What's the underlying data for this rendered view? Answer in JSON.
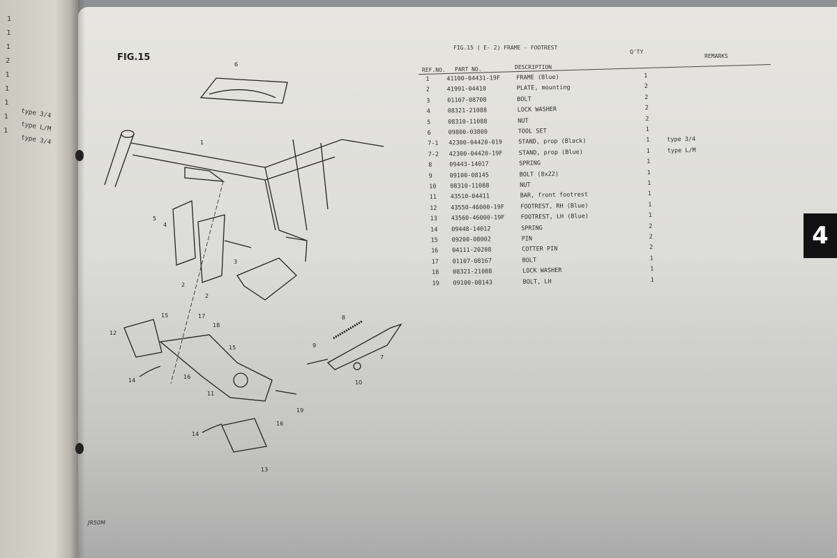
{
  "left_page": {
    "quantities": [
      "1",
      "1",
      "1",
      "2",
      "1",
      "1",
      "1",
      "1",
      "1"
    ],
    "remarks": [
      "type 3/4",
      "type L/M",
      "type 3/4"
    ]
  },
  "figure": {
    "title": "FIG.15",
    "callouts": [
      "6",
      "1",
      "5",
      "4",
      "3",
      "2",
      "2",
      "15",
      "12",
      "17",
      "18",
      "15",
      "14",
      "16",
      "11",
      "8",
      "9",
      "7",
      "10",
      "19",
      "16",
      "14",
      "13"
    ]
  },
  "parts_list": {
    "heading": "FIG.15 (  E- 2) FRAME - FOOTREST",
    "columns": {
      "ref": "REF.NO.",
      "part": "PART NO.",
      "desc": "DESCRIPTION",
      "qty": "Q'TY",
      "remarks": "REMARKS"
    },
    "rows": [
      {
        "ref": "1",
        "part": "41100-04431-19F",
        "desc": "FRAME (Blue)",
        "qty": "1",
        "remarks": ""
      },
      {
        "ref": "2",
        "part": "41991-04410",
        "desc": "PLATE, mounting",
        "qty": "2",
        "remarks": ""
      },
      {
        "ref": "3",
        "part": "01107-08708",
        "desc": "BOLT",
        "qty": "2",
        "remarks": ""
      },
      {
        "ref": "4",
        "part": "08321-21088",
        "desc": "LOCK WASHER",
        "qty": "2",
        "remarks": ""
      },
      {
        "ref": "5",
        "part": "08310-11088",
        "desc": "NUT",
        "qty": "2",
        "remarks": ""
      },
      {
        "ref": "6",
        "part": "09800-03800",
        "desc": "TOOL SET",
        "qty": "1",
        "remarks": ""
      },
      {
        "ref": "7-1",
        "part": "42300-04420-019",
        "desc": "STAND, prop (Black)",
        "qty": "1",
        "remarks": "type 3/4"
      },
      {
        "ref": "7-2",
        "part": "42300-04420-19F",
        "desc": "STAND, prop (Blue)",
        "qty": "1",
        "remarks": "type L/M"
      },
      {
        "ref": "8",
        "part": "09443-14017",
        "desc": "SPRING",
        "qty": "1",
        "remarks": ""
      },
      {
        "ref": "9",
        "part": "09100-08145",
        "desc": "BOLT (8x22)",
        "qty": "1",
        "remarks": ""
      },
      {
        "ref": "10",
        "part": "08310-11088",
        "desc": "NUT",
        "qty": "1",
        "remarks": ""
      },
      {
        "ref": "11",
        "part": "43510-04411",
        "desc": "BAR, front footrest",
        "qty": "1",
        "remarks": ""
      },
      {
        "ref": "12",
        "part": "43550-46000-19F",
        "desc": "FOOTREST, RH (Blue)",
        "qty": "1",
        "remarks": ""
      },
      {
        "ref": "13",
        "part": "43560-46000-19F",
        "desc": "FOOTREST, LH (Blue)",
        "qty": "1",
        "remarks": ""
      },
      {
        "ref": "14",
        "part": "09448-14012",
        "desc": "SPRING",
        "qty": "2",
        "remarks": ""
      },
      {
        "ref": "15",
        "part": "09200-08002",
        "desc": "PIN",
        "qty": "2",
        "remarks": ""
      },
      {
        "ref": "16",
        "part": "04111-20208",
        "desc": "COTTER PIN",
        "qty": "2",
        "remarks": ""
      },
      {
        "ref": "17",
        "part": "01107-08167",
        "desc": "BOLT",
        "qty": "1",
        "remarks": ""
      },
      {
        "ref": "18",
        "part": "08321-21088",
        "desc": "LOCK WASHER",
        "qty": "1",
        "remarks": ""
      },
      {
        "ref": "19",
        "part": "09100-08143",
        "desc": "BOLT, LH",
        "qty": "1",
        "remarks": ""
      }
    ]
  },
  "section_tab": "4",
  "footer_code": "JR50M"
}
